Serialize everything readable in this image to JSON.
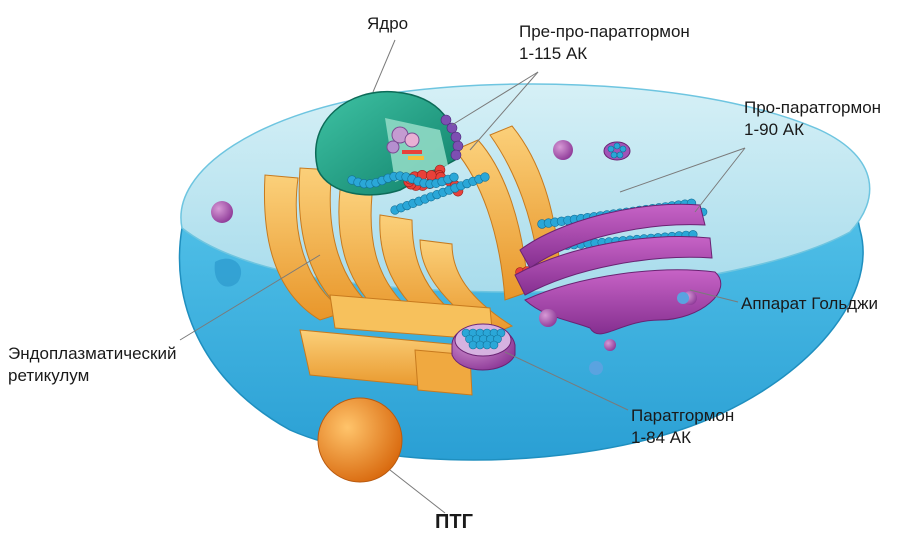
{
  "labels": {
    "nucleus": "Ядро",
    "preprohormone_name": "Пре-про-паратгормон",
    "preprohormone_range": "1-115 АК",
    "prohormone_name": "Про-паратгормон",
    "prohormone_range": "1-90 АК",
    "golgi": "Аппарат Гольджи",
    "er_line1": "Эндоплазматический",
    "er_line2": "ретикулум",
    "hormone_name": "Паратгормон",
    "hormone_range": "1-84 АК",
    "secreted": "ПТГ"
  },
  "colors": {
    "cytoplasm": "#3bb3e0",
    "cytoplasm_top": "#bfe7f2",
    "nucleus": "#1aa58a",
    "er": "#f5b041",
    "golgi": "#a23ea8",
    "bead_blue": "#2aa7d8",
    "bead_red": "#e8413a",
    "bead_purple": "#7d4fb2",
    "vesicle": "#a154b8",
    "secreted_granule": "#f08a1c"
  }
}
